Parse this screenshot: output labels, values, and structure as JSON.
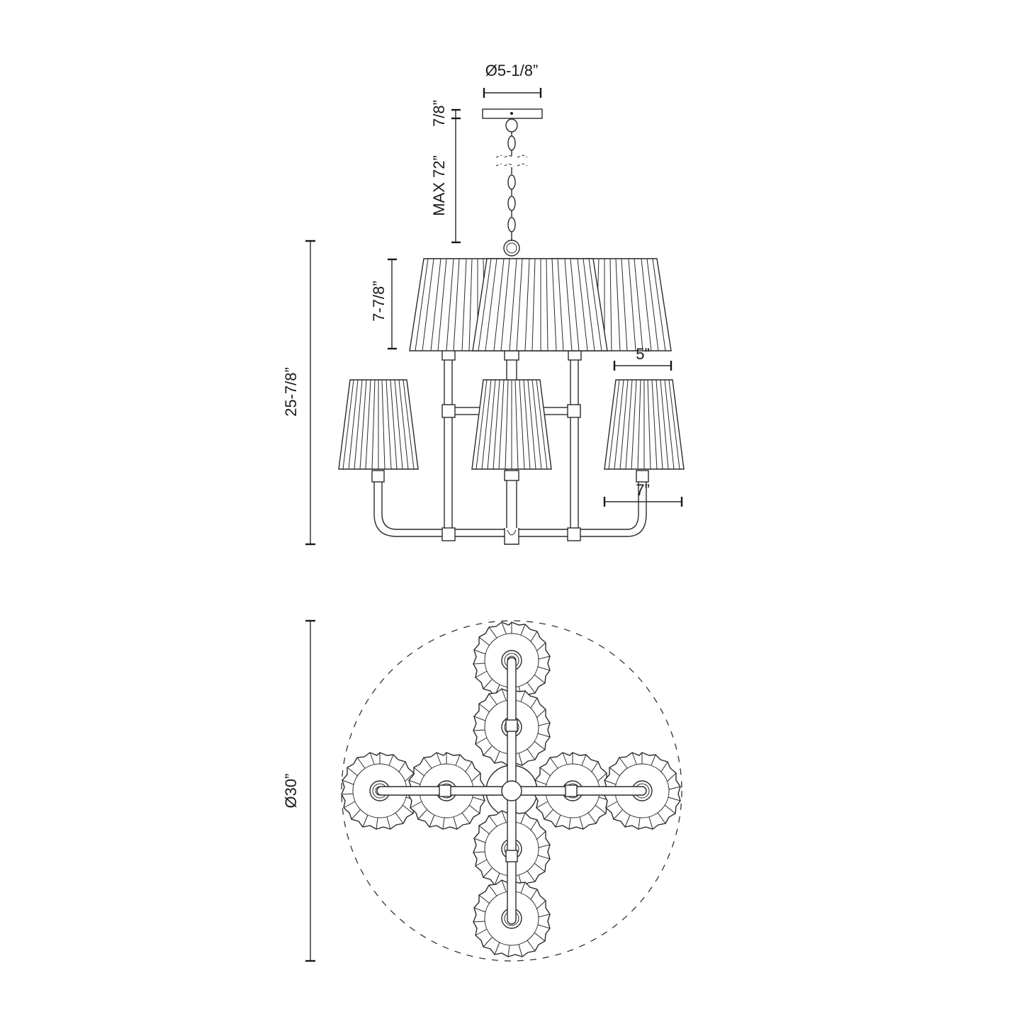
{
  "drawing": {
    "type": "chandelier dimension drawing",
    "views": [
      "side-elevation",
      "top-plan"
    ],
    "line_color": "#2a2a2a",
    "background": "#ffffff"
  },
  "dimensions": {
    "canopy_diameter": "Ø5-1/8”",
    "canopy_height": "7/8”",
    "chain_max": "MAX 72”",
    "upper_shade_height": "7-7/8”",
    "overall_height": "25-7/8”",
    "shade_top_width": "5”",
    "shade_bottom_width": "7”",
    "overall_diameter": "Ø30”"
  },
  "fixture": {
    "upper_shades": 3,
    "lower_shades": 3,
    "plan_shades": 8
  }
}
